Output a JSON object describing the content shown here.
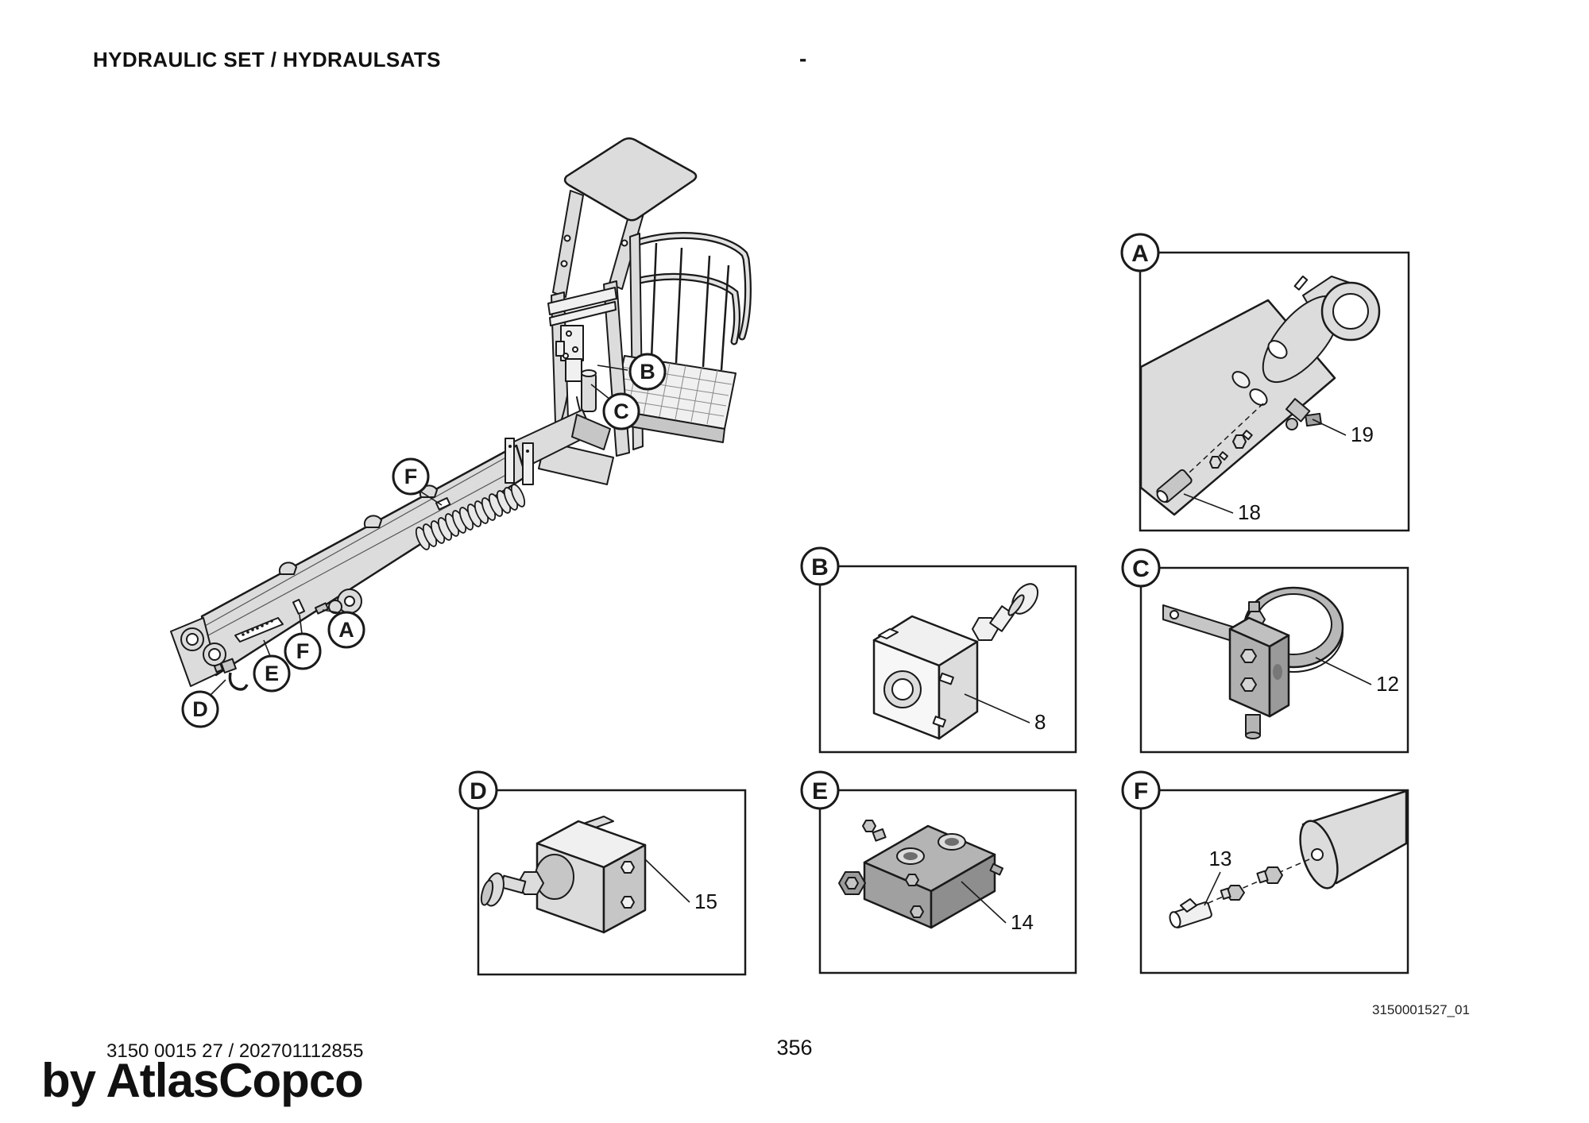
{
  "page": {
    "title": "HYDRAULIC SET / HYDRAULSATS",
    "header_dash": "-",
    "page_number": "356",
    "drawing_number": "3150001527_01",
    "document_number": "3150 0015 27 / 202701112855",
    "watermark": "by AtlasCopco"
  },
  "colors": {
    "outline": "#1a1a1a",
    "part_light": "#dcdcdc",
    "part_mid": "#c6c6c6",
    "part_dark": "#a3a3a3",
    "background": "#ffffff"
  },
  "main_diagram": {
    "callouts": [
      {
        "letter": "B"
      },
      {
        "letter": "C"
      },
      {
        "letter": "F"
      },
      {
        "letter": "A"
      },
      {
        "letter": "F"
      },
      {
        "letter": "E"
      },
      {
        "letter": "D"
      }
    ]
  },
  "detail_boxes": [
    {
      "letter": "A",
      "part_labels": [
        "19",
        "18"
      ]
    },
    {
      "letter": "B",
      "part_labels": [
        "8"
      ]
    },
    {
      "letter": "C",
      "part_labels": [
        "12"
      ]
    },
    {
      "letter": "D",
      "part_labels": [
        "15"
      ]
    },
    {
      "letter": "E",
      "part_labels": [
        "14"
      ]
    },
    {
      "letter": "F",
      "part_labels": [
        "13"
      ]
    }
  ]
}
